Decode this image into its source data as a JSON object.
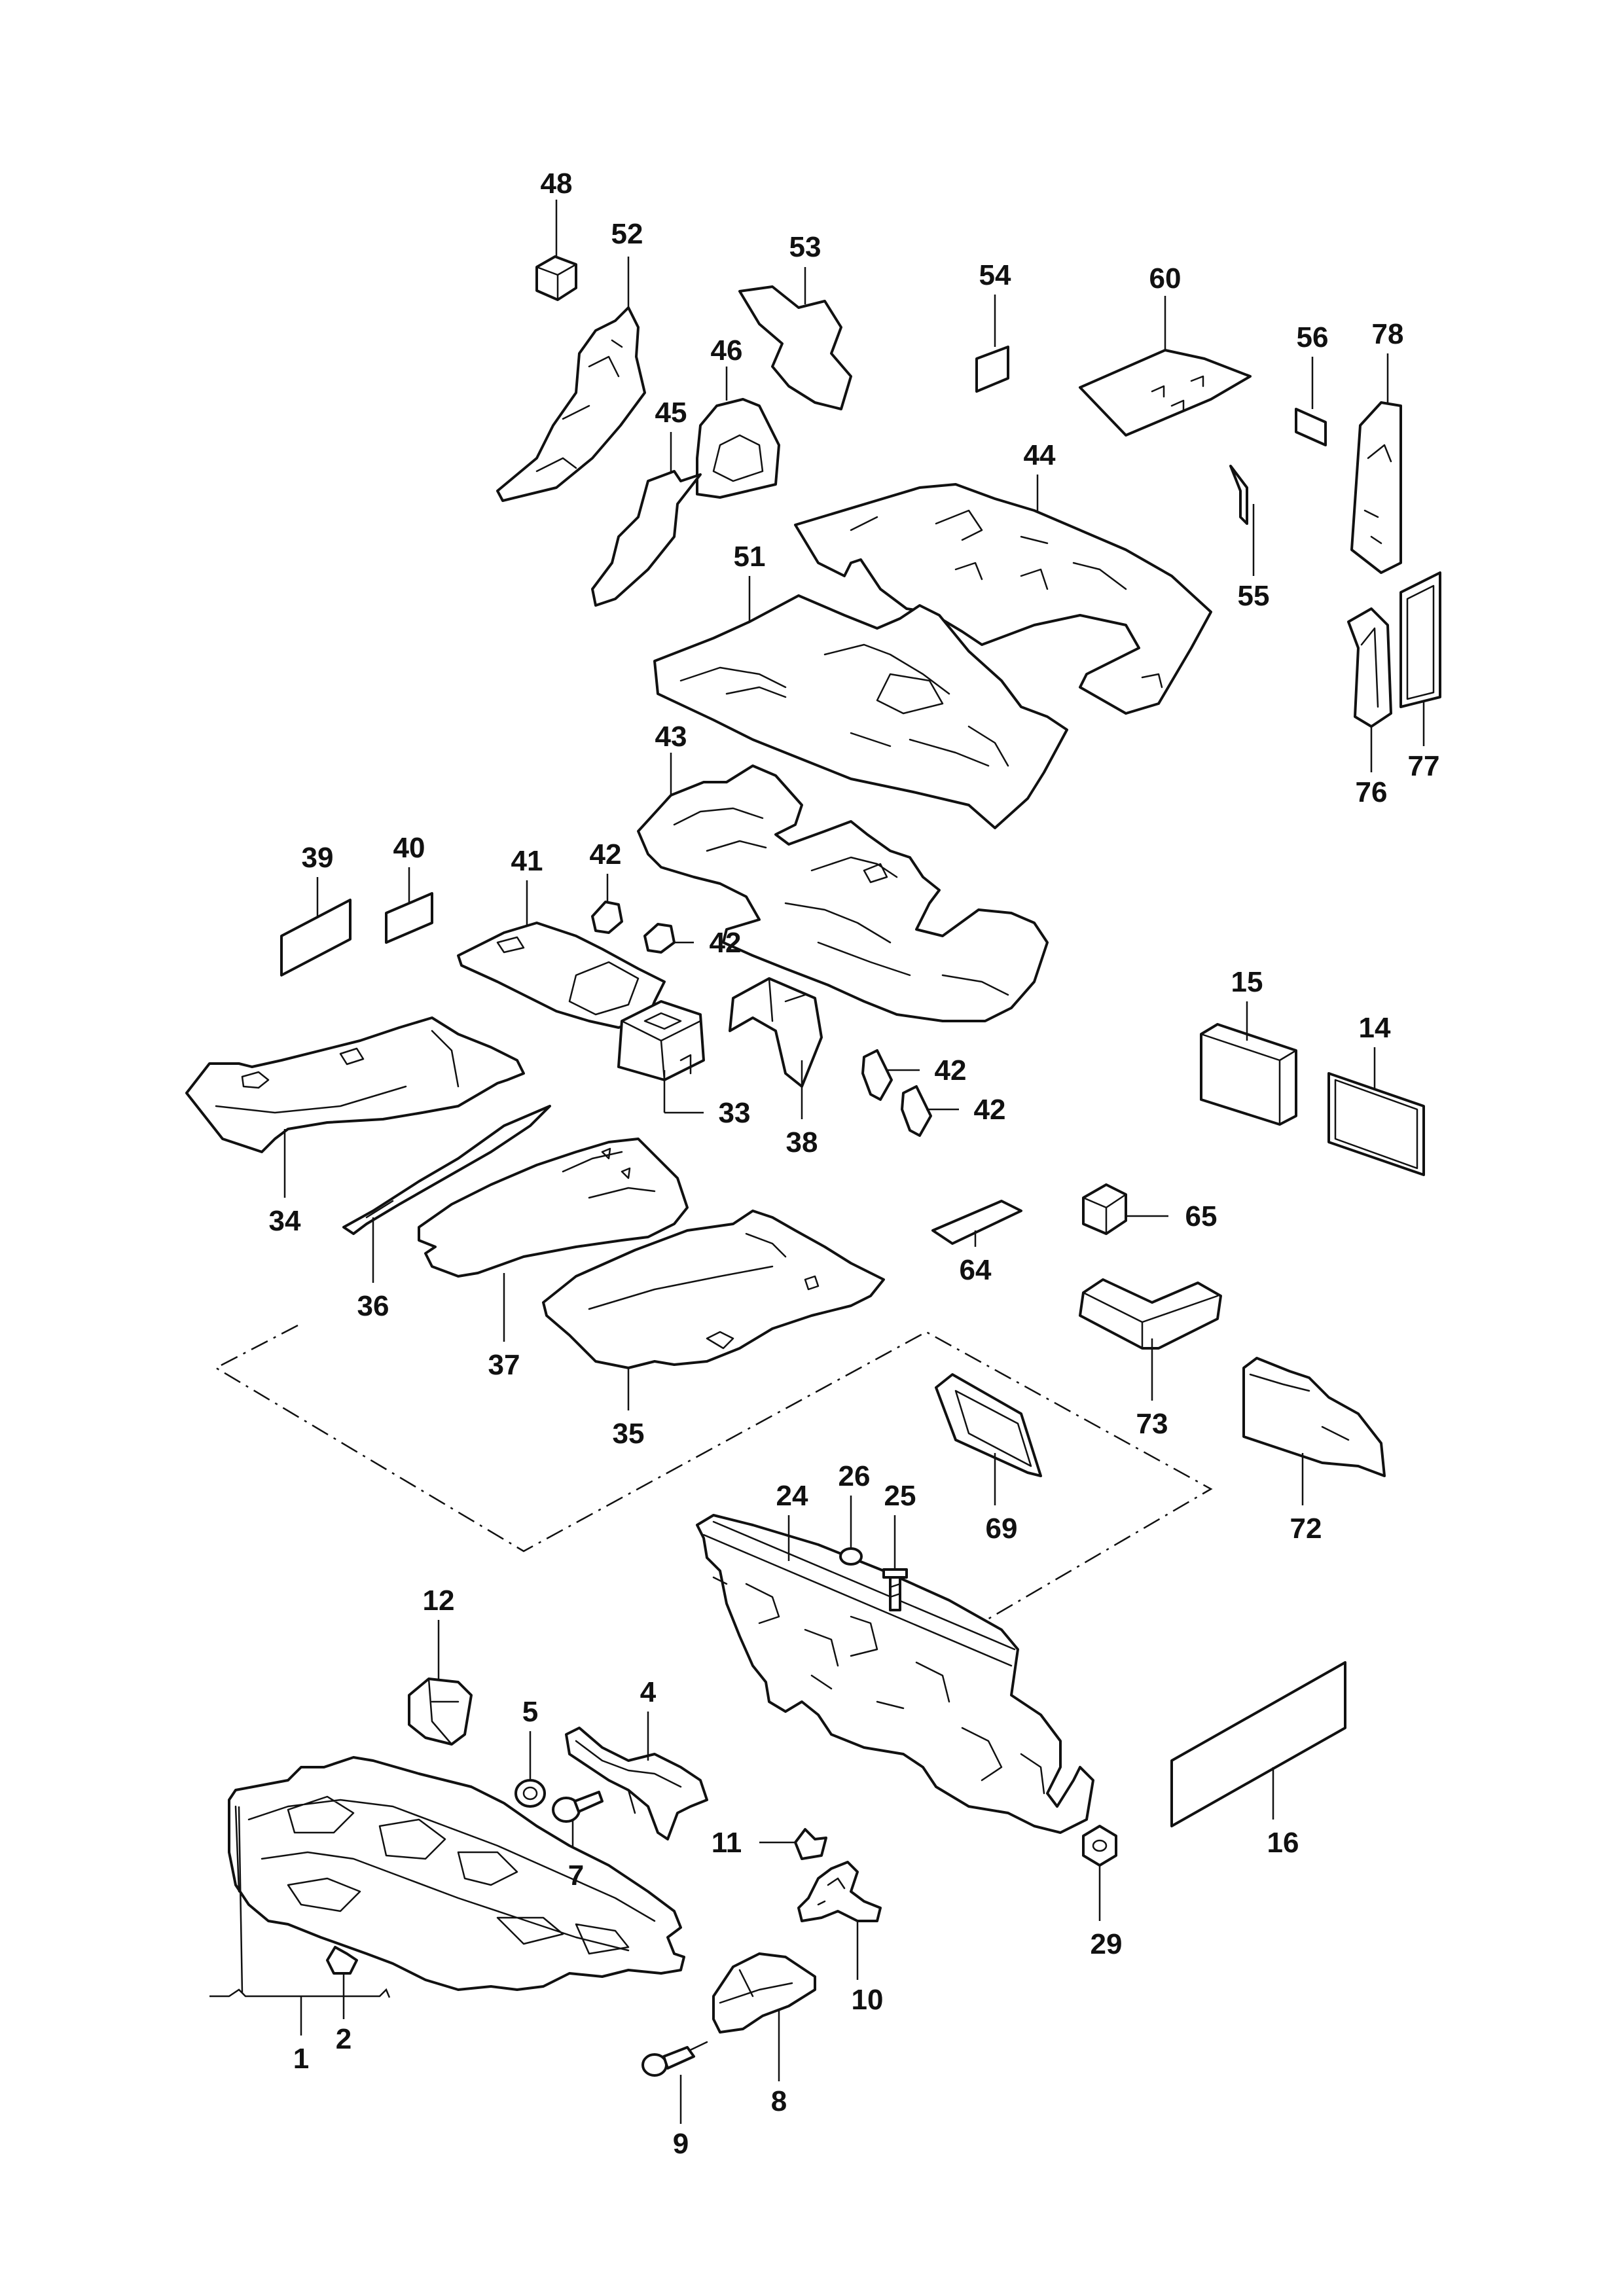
{
  "diagram": {
    "callouts": [
      "1",
      "2",
      "4",
      "5",
      "7",
      "8",
      "9",
      "10",
      "11",
      "12",
      "14",
      "15",
      "16",
      "24",
      "25",
      "26",
      "29",
      "33",
      "34",
      "35",
      "36",
      "37",
      "38",
      "39",
      "40",
      "41",
      "42",
      "43",
      "44",
      "45",
      "46",
      "48",
      "51",
      "52",
      "53",
      "54",
      "55",
      "56",
      "60",
      "64",
      "65",
      "69",
      "72",
      "73",
      "76",
      "77",
      "78"
    ],
    "labels": {
      "p1": "1",
      "p2": "2",
      "p4": "4",
      "p5": "5",
      "p7": "7",
      "p8": "8",
      "p9": "9",
      "p10": "10",
      "p11": "11",
      "p12": "12",
      "p14": "14",
      "p15": "15",
      "p16": "16",
      "p24": "24",
      "p25": "25",
      "p26": "26",
      "p29": "29",
      "p33": "33",
      "p34": "34",
      "p35": "35",
      "p36": "36",
      "p37": "37",
      "p38": "38",
      "p39": "39",
      "p40": "40",
      "p41": "41",
      "p42": "42",
      "p43": "43",
      "p44": "44",
      "p45": "45",
      "p46": "46",
      "p48": "48",
      "p51": "51",
      "p52": "52",
      "p53": "53",
      "p54": "54",
      "p55": "55",
      "p56": "56",
      "p60": "60",
      "p64": "64",
      "p65": "65",
      "p69": "69",
      "p72": "72",
      "p73": "73",
      "p76": "76",
      "p77": "77",
      "p78": "78"
    }
  }
}
